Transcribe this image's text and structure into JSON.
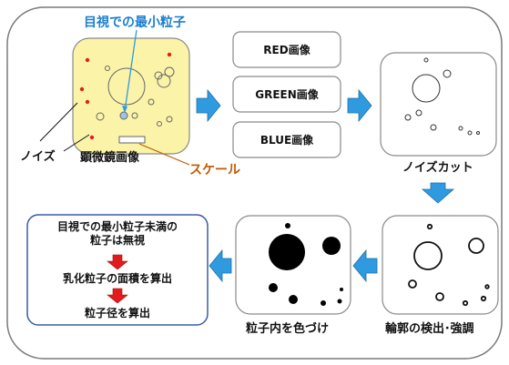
{
  "labels": {
    "min_particle": "目視での最小粒子",
    "noise": "ノイズ",
    "microscope_image": "顕微鏡画像",
    "scale": "スケール",
    "red_image": "RED画像",
    "green_image": "GREEN画像",
    "blue_image": "BLUE画像",
    "noise_cut": "ノイズカット",
    "contour": "輪郭の検出･強調",
    "coloring": "粒子内を色づけ",
    "step1": "目視での最小粒子未満の",
    "step1b": "粒子は無視",
    "step2": "乳化粒子の面積を算出",
    "step3": "粒子径を算出"
  },
  "colors": {
    "frame": "#7a7a7a",
    "sample_fill": "#fbf3a8",
    "arrow_blue": "#2f9ae0",
    "arrow_red": "#e31b1b",
    "label_blue": "#1a7fd0",
    "label_orange": "#c05a00",
    "process_border": "#3a5ba8"
  }
}
